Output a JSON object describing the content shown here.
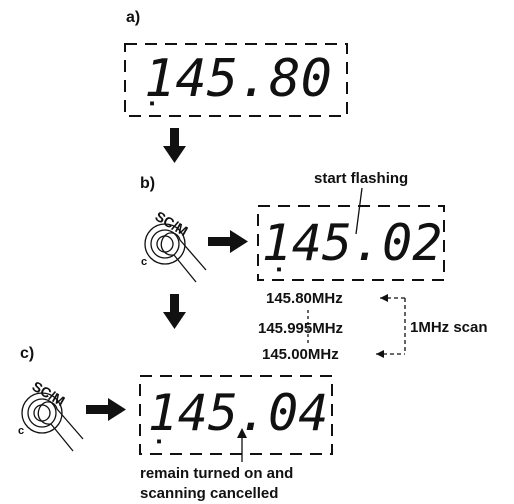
{
  "steps": {
    "a": {
      "label": "a)",
      "display": "145.80"
    },
    "b": {
      "label": "b)",
      "display": "145.02",
      "button": "SC/M",
      "corner": "c"
    },
    "c": {
      "label": "c)",
      "display": "145.04",
      "button": "SC/M",
      "corner": "c"
    }
  },
  "annotations": {
    "start_flashing": "start flashing",
    "scan_top": "145.80MHz",
    "scan_mid": "145.995MHz",
    "scan_bottom": "145.00MHz",
    "scan_range": "1MHz scan",
    "remain_line1": "remain turned on and",
    "remain_line2": "scanning cancelled"
  },
  "display_marker": "▪"
}
